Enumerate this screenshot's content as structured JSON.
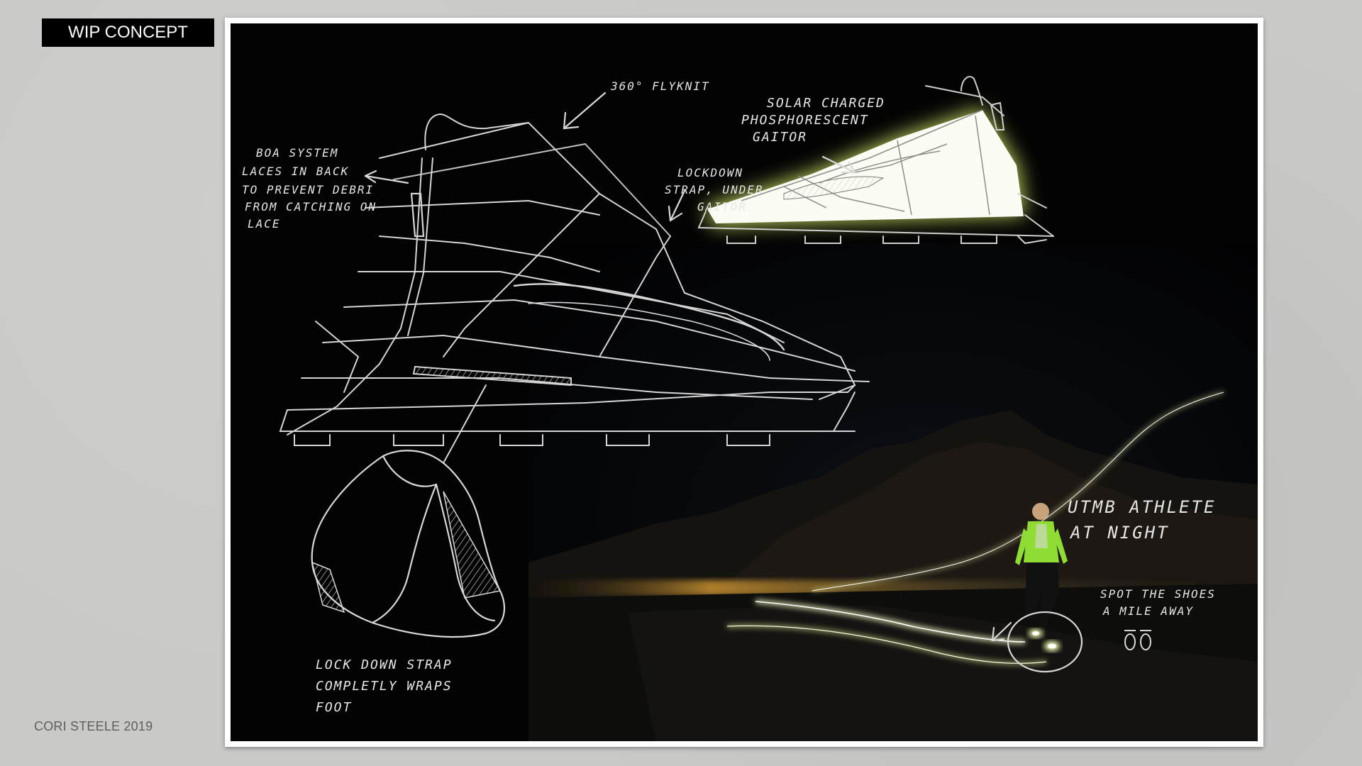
{
  "header": {
    "tag": "WIP CONCEPT"
  },
  "footer": {
    "credit": "CORI STEELE 2019"
  },
  "annotations": {
    "flyknit": "360° FLYKNIT",
    "boa": [
      "BOA SYSTEM",
      "LACES IN BACK",
      "TO PREVENT DEBRI",
      "FROM CATCHING ON",
      "LACE"
    ],
    "lockdown_strap": [
      "LOCKDOWN",
      "STRAP, UNDER",
      "GAITOR"
    ],
    "solar": [
      "SOLAR CHARGED",
      "PHOSPHORESCENT",
      "GAITOR"
    ],
    "lock_down_wrap": [
      "LOCK DOWN STRAP",
      "COMPLETLY WRAPS",
      "FOOT"
    ],
    "utmb": [
      "UTMB ATHLETE",
      "AT NIGHT"
    ],
    "spot": [
      "SPOT THE SHOES",
      "A MILE AWAY"
    ]
  },
  "colors": {
    "glow": "#e9f2a0",
    "sketch": "#d9d9d9",
    "jacket": "#9be23a"
  },
  "icons": [
    "arrow-icon",
    "eyes-icon"
  ]
}
